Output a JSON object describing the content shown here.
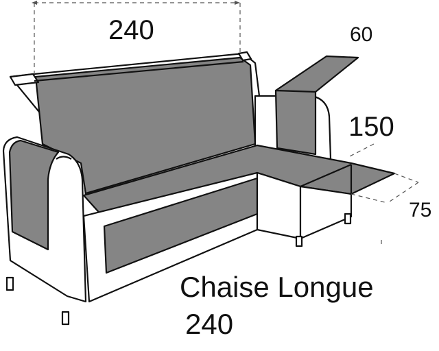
{
  "diagram": {
    "type": "product-dimension-diagram",
    "subject": "L-shaped chaise longue sofa with protective cover",
    "title": "Chaise Longue",
    "subtitle": "240",
    "dimensions": {
      "width": "240",
      "armrest_flap": "60",
      "chaise_length": "150",
      "chaise_width": "75"
    },
    "colors": {
      "cover": "#858585",
      "sofa_body": "#ffffff",
      "outline": "#111111",
      "dimension_line": "#555555"
    }
  }
}
